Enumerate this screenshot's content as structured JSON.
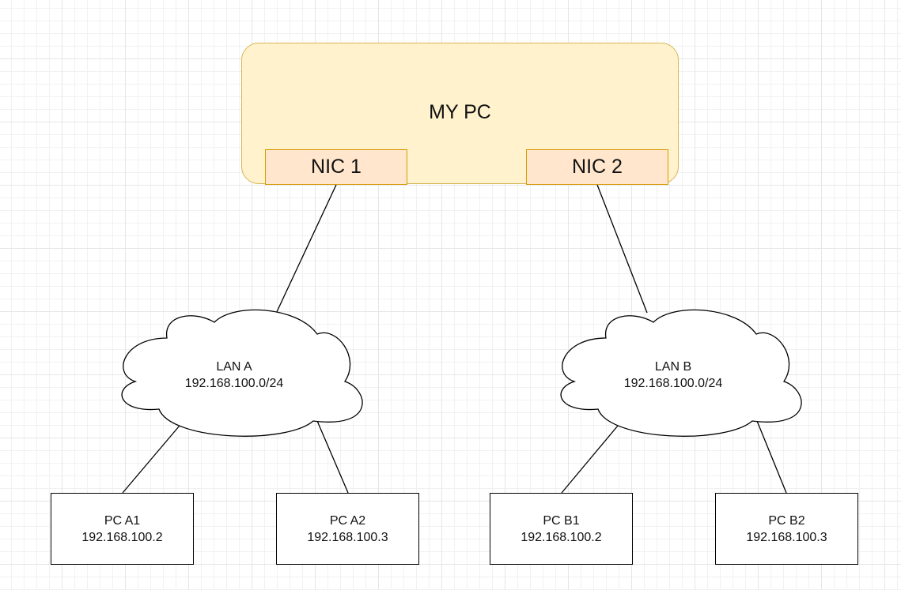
{
  "main_pc": {
    "title": "MY PC",
    "fill_color": "#fff2cc",
    "border_color": "#d6b656"
  },
  "nics": [
    {
      "label": "NIC 1",
      "fill_color": "#ffe6cc",
      "border_color": "#d79b00"
    },
    {
      "label": "NIC 2",
      "fill_color": "#ffe6cc",
      "border_color": "#d79b00"
    }
  ],
  "networks": [
    {
      "name": "LAN A",
      "subnet": "192.168.100.0/24"
    },
    {
      "name": "LAN B",
      "subnet": "192.168.100.0/24"
    }
  ],
  "hosts": [
    {
      "name": "PC A1",
      "ip": "192.168.100.2"
    },
    {
      "name": "PC A2",
      "ip": "192.168.100.3"
    },
    {
      "name": "PC B1",
      "ip": "192.168.100.2"
    },
    {
      "name": "PC B2",
      "ip": "192.168.100.3"
    }
  ]
}
